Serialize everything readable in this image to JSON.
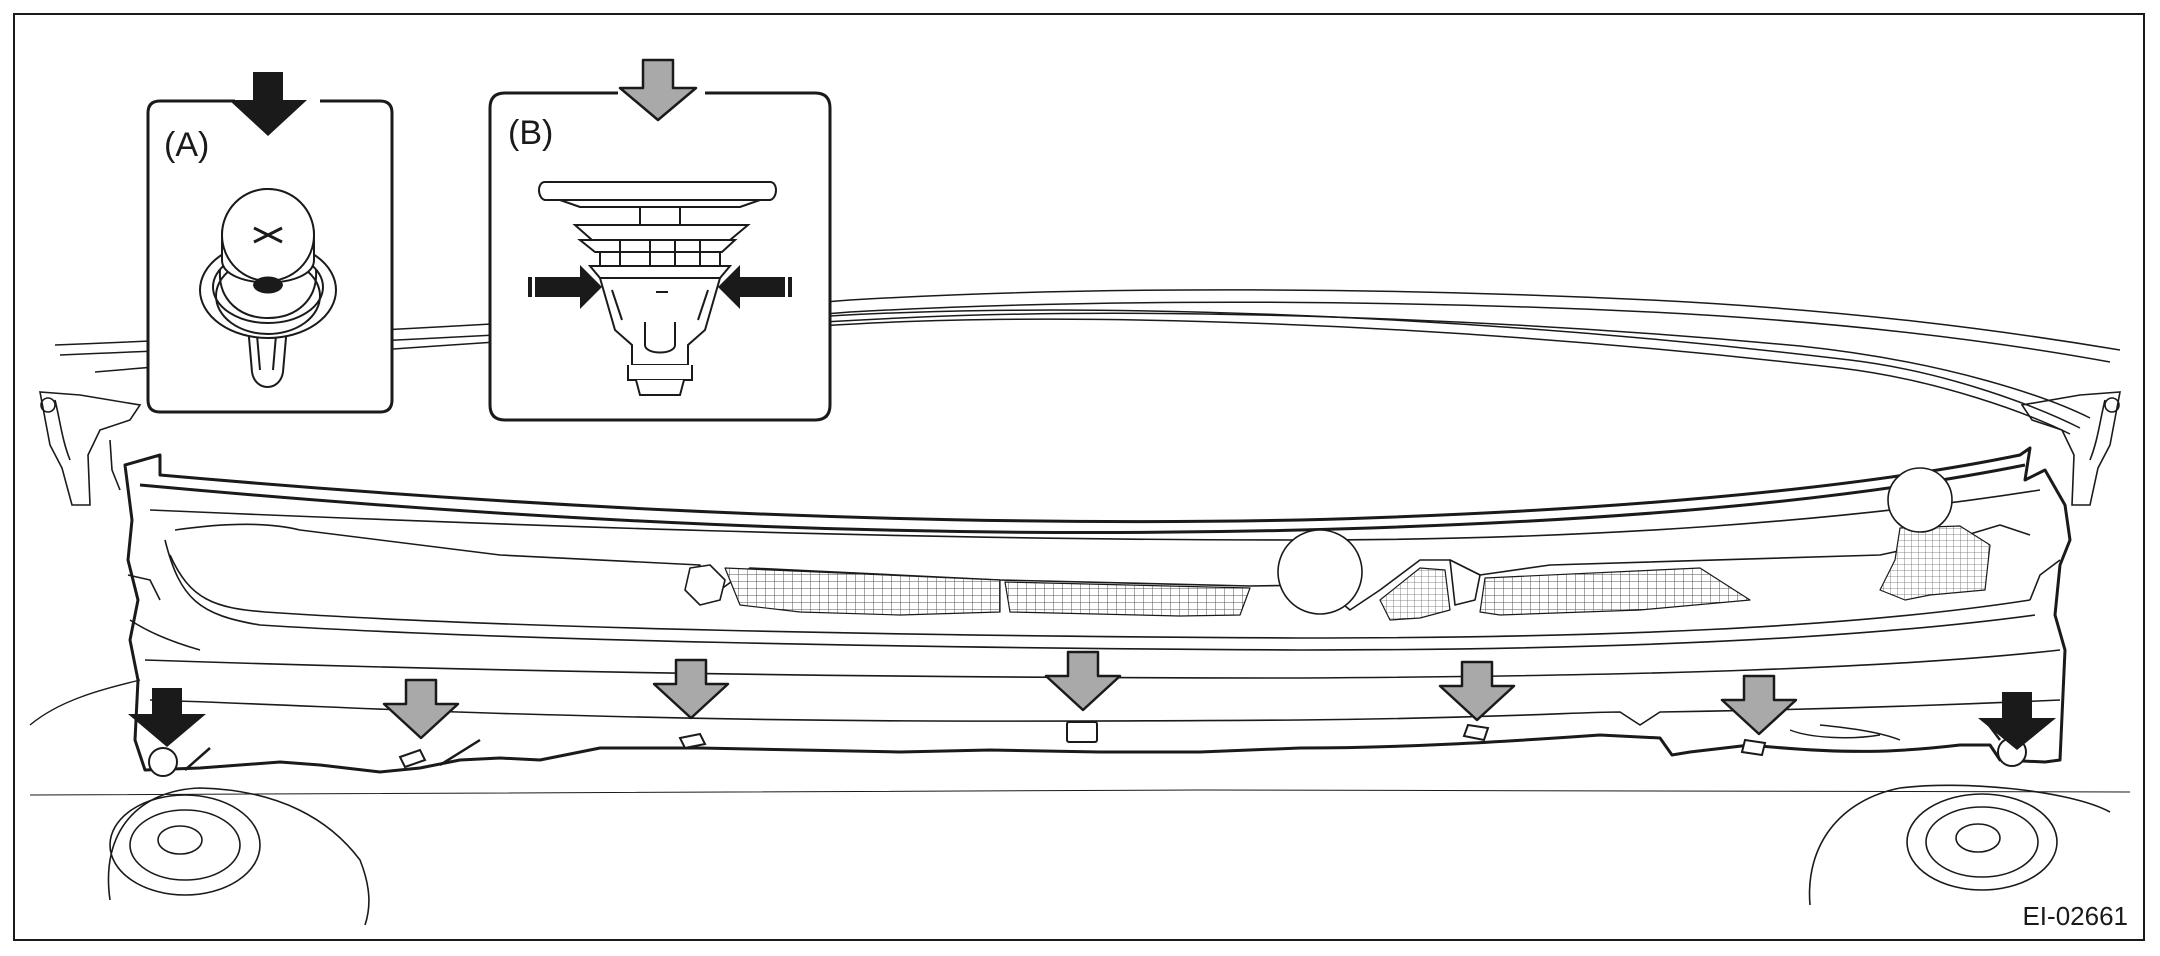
{
  "figure_id": "EI-02661",
  "callouts": [
    {
      "label": "(A)",
      "part": "screw-grommet"
    },
    {
      "label": "(B)",
      "part": "push-clip"
    }
  ],
  "colors": {
    "line": "#1a1a1a",
    "arrow_dark": "#1a1a1a",
    "arrow_gray": "#a9a9a9"
  }
}
